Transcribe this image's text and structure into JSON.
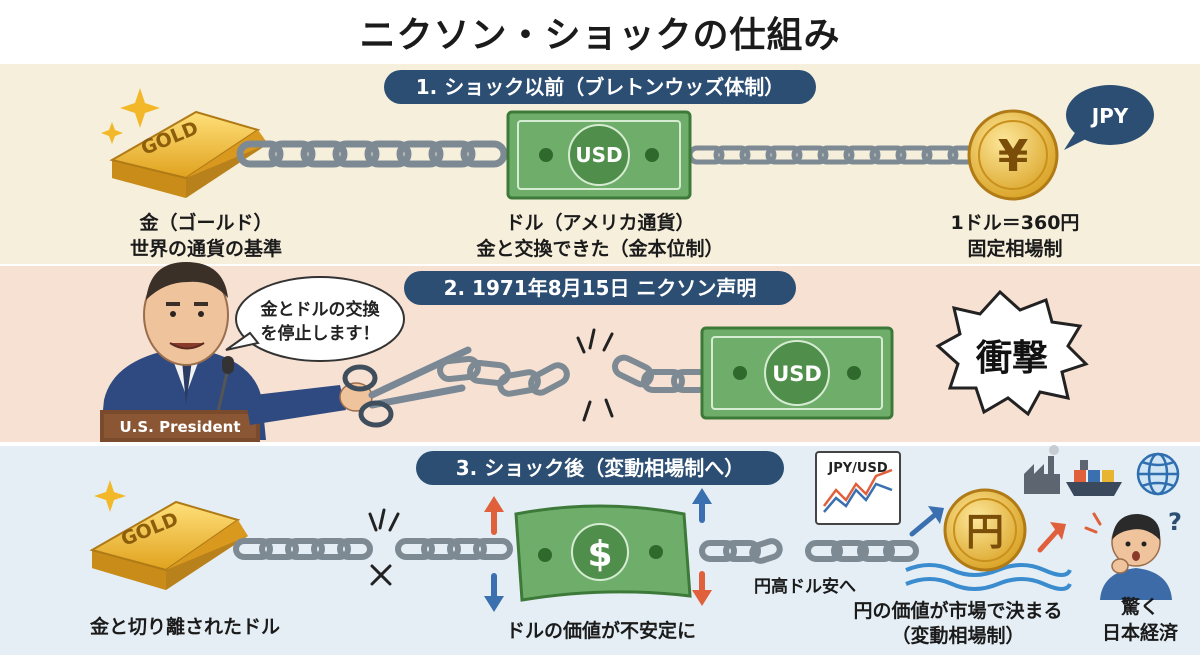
{
  "title": "ニクソン・ショックの仕組み",
  "section1": {
    "heading": "1. ショック以前（ブレトンウッズ体制）",
    "gold_text": "GOLD",
    "usd_text": "USD",
    "yen_symbol": "¥",
    "jpy_bubble": "JPY",
    "gold_label_1": "金（ゴールド）",
    "gold_label_2": "世界の通貨の基準",
    "dollar_label_1": "ドル（アメリカ通貨）",
    "dollar_label_2": "金と交換できた（金本位制）",
    "yen_label_1": "1ドル＝360円",
    "yen_label_2": "固定相場制"
  },
  "section2": {
    "heading": "2. 1971年8月15日 ニクソン声明",
    "speech_1": "金とドルの交換",
    "speech_2": "を停止します！",
    "podium": "U.S. President",
    "usd_text": "USD",
    "shock": "衝撃"
  },
  "section3": {
    "heading": "3. ショック後（変動相場制へ）",
    "gold_text": "GOLD",
    "dollar_symbol": "$",
    "chart_label": "JPY/USD",
    "yen_symbol": "円",
    "gold_caption": "金と切り離されたドル",
    "dollar_caption": "ドルの価値が不安定に",
    "yen_trend": "円高ドル安へ",
    "yen_caption_1": "円の価値が市場で決まる",
    "yen_caption_2": "（変動相場制）",
    "japan_caption_1": "驚く",
    "japan_caption_2": "日本経済"
  },
  "colors": {
    "navy": "#2c4e73",
    "gold": "#e8b531",
    "chain": "#7d8a94",
    "bill": "#6fae6a",
    "arrow_red": "#e0603c",
    "arrow_blue": "#3a6fb0"
  }
}
